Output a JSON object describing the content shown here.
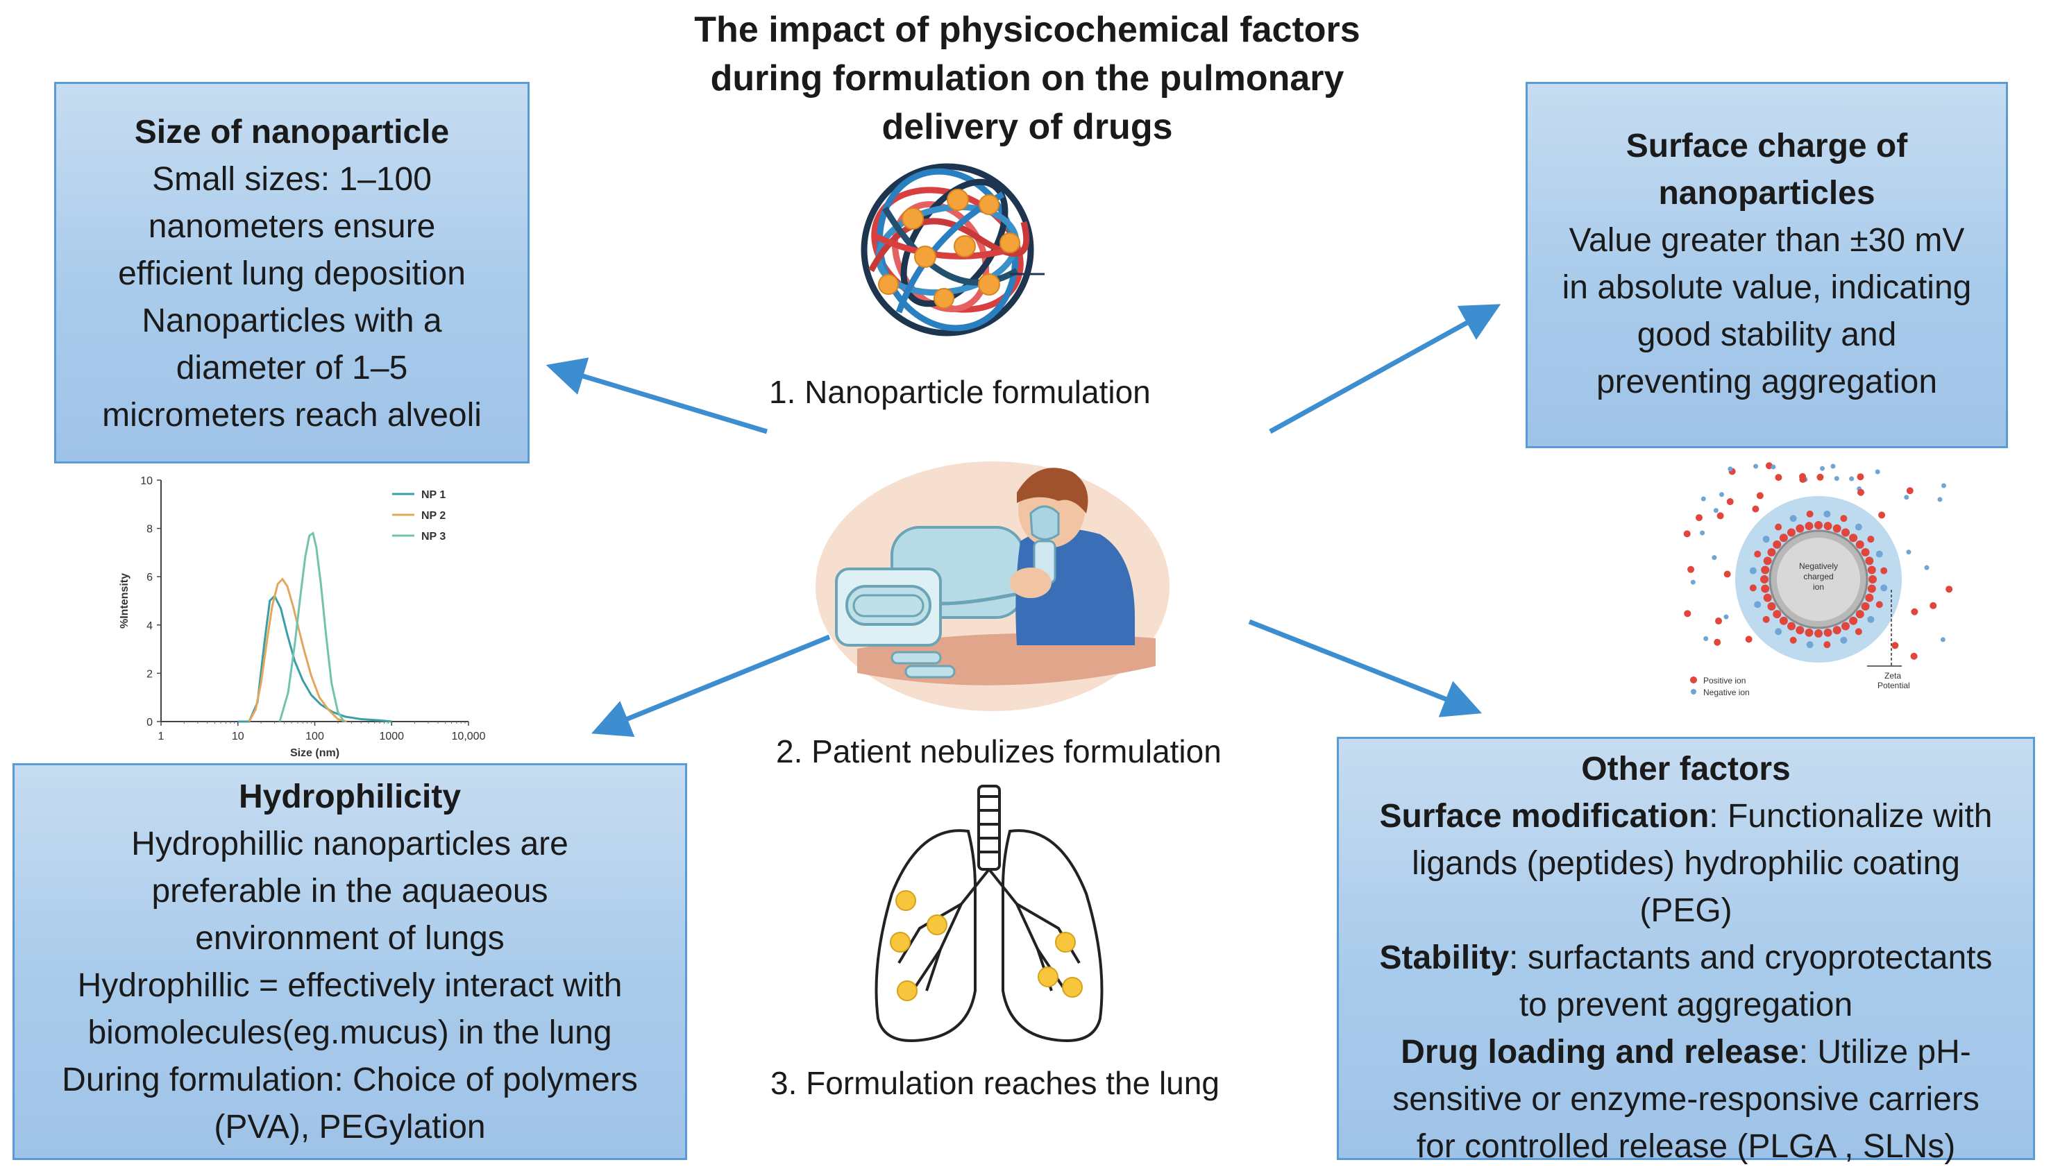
{
  "title_lines": [
    "The impact of physicochemical factors",
    "during formulation on the pulmonary",
    "delivery of drugs"
  ],
  "size_box": {
    "heading": "Size of nanoparticle",
    "lines": [
      "Small sizes:  1–100",
      "nanometers ensure",
      "efficient lung deposition",
      "Nanoparticles with a",
      "diameter of 1–5",
      "micrometers reach alveoli"
    ]
  },
  "charge_box": {
    "heading_lines": [
      "Surface charge of",
      "nanoparticles"
    ],
    "lines": [
      "Value greater than ±30 mV",
      "in absolute value, indicating",
      "good stability and",
      "preventing aggregation"
    ]
  },
  "hydro_box": {
    "heading": "Hydrophilicity",
    "lines": [
      "Hydrophillic nanoparticles are",
      "preferable in the aquaeous",
      "environment of lungs",
      "Hydrophillic = effectively interact with",
      "biomolecules(eg.mucus) in the lung",
      "During formulation: Choice of polymers",
      "(PVA), PEGylation"
    ]
  },
  "other_box": {
    "heading": "Other factors",
    "line1_bold": "Surface modification",
    "line1_rest": ": Functionalize with",
    "line2": "ligands (peptides) hydrophilic coating",
    "line3": "(PEG)",
    "line4_bold": "Stability",
    "line4_rest": ": surfactants and cryoprotectants",
    "line5": "to prevent aggregation",
    "line6_bold": "Drug loading and release",
    "line6_rest": ": Utilize pH-",
    "line7": "sensitive or enzyme-responsive carriers",
    "line8": "for controlled release (PLGA , SLNs)"
  },
  "steps": {
    "step1": "1. Nanoparticle formulation",
    "step2": "2. Patient nebulizes formulation",
    "step3": "3.  Formulation reaches the lung"
  },
  "zeta_diagram": {
    "core_label_lines": [
      "Negatively",
      "charged",
      "ion"
    ],
    "zeta_label_lines": [
      "Zeta",
      "Potential"
    ],
    "legend_positive": "Positive ion",
    "legend_negative": "Negative ion"
  },
  "chart_data": {
    "type": "line",
    "xscale": "log",
    "xlim": [
      1,
      10000
    ],
    "ylim": [
      0,
      10
    ],
    "xticks": [
      "1",
      "10",
      "100",
      "1000",
      "10,000"
    ],
    "yticks": [
      "0",
      "2",
      "4",
      "6",
      "8",
      "10"
    ],
    "xlabel": "Size (nm)",
    "ylabel": "%Intensity",
    "legend_placement": "top-right",
    "series": [
      {
        "name": "NP 1",
        "color": "#3a9ea6",
        "x": [
          10,
          14,
          18,
          22,
          26,
          30,
          36,
          44,
          55,
          70,
          90,
          120,
          170,
          250,
          400,
          700,
          1000
        ],
        "y": [
          0,
          0,
          0.8,
          3.2,
          5.0,
          5.2,
          4.7,
          3.6,
          2.5,
          1.7,
          1.1,
          0.7,
          0.4,
          0.2,
          0.1,
          0.05,
          0
        ]
      },
      {
        "name": "NP 2",
        "color": "#e3a75b",
        "x": [
          14,
          17,
          20,
          24,
          28,
          33,
          38,
          44,
          52,
          60,
          72,
          90,
          115,
          150,
          200,
          260
        ],
        "y": [
          0,
          0.5,
          1.6,
          3.4,
          4.8,
          5.7,
          5.9,
          5.6,
          4.8,
          4.0,
          3.0,
          1.9,
          1.0,
          0.5,
          0.1,
          0
        ]
      },
      {
        "name": "NP 3",
        "color": "#72c2b0",
        "x": [
          35,
          45,
          55,
          65,
          75,
          85,
          95,
          105,
          120,
          140,
          165,
          200,
          240
        ],
        "y": [
          0,
          1.2,
          3.2,
          5.2,
          6.8,
          7.7,
          7.8,
          7.2,
          5.7,
          3.6,
          1.6,
          0.4,
          0
        ]
      }
    ]
  }
}
